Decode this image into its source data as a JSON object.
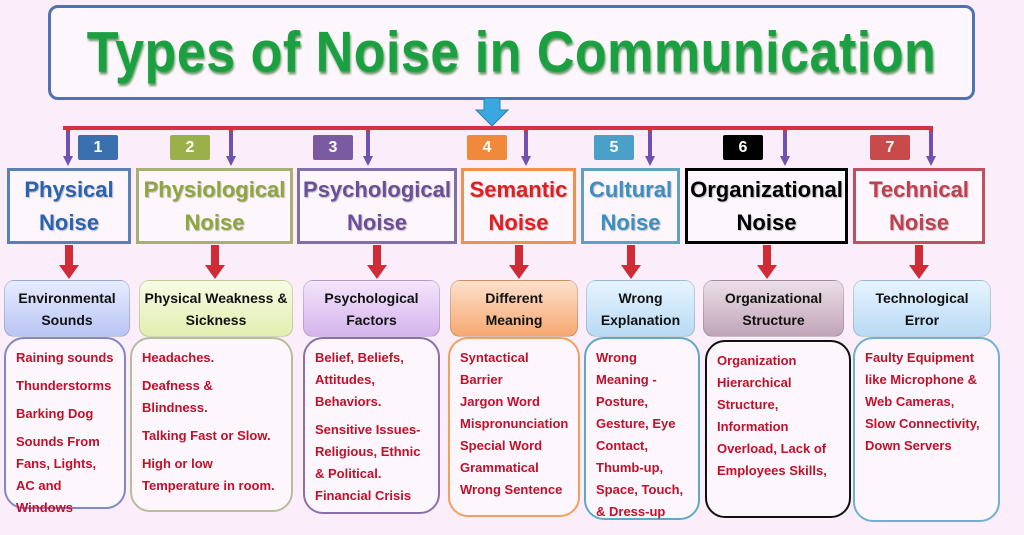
{
  "title": "Types of Noise in Communication",
  "colors": {
    "title": "#1aa040",
    "text": "#c0102a",
    "connector": "#d83040"
  },
  "columns": [
    {
      "number": "1",
      "title_line1": "Physical",
      "title_line2": "Noise",
      "subheading": "Environmental Sounds",
      "items": [
        "Raining sounds",
        "Thunderstorms",
        "Barking Dog",
        "Sounds From Fans, Lights, AC and Windows"
      ],
      "color": "#2a64b0"
    },
    {
      "number": "2",
      "title_line1": "Physiological",
      "title_line2": "Noise",
      "subheading": "Physical Weakness & Sickness",
      "items": [
        "Headaches.",
        "Deafness & Blindness.",
        "Talking  Fast or Slow.",
        "High or low Temperature in room."
      ],
      "color": "#8fa63a"
    },
    {
      "number": "3",
      "title_line1": "Psychological",
      "title_line2": "Noise",
      "subheading": "Psychological Factors",
      "items": [
        "Belief, Beliefs, Attitudes, Behaviors.",
        "Sensitive Issues- Religious, Ethnic & Political. Financial Crisis"
      ],
      "color": "#6a4e98"
    },
    {
      "number": "4",
      "title_line1": "Semantic",
      "title_line2": "Noise",
      "subheading": "Different Meaning",
      "items": [
        "Syntactical Barrier",
        "Jargon Word",
        "Mispronunciation",
        "Special Word",
        "Grammatical",
        "Wrong Sentence"
      ],
      "color": "#e02020"
    },
    {
      "number": "5",
      "title_line1": "Cultural",
      "title_line2": "Noise",
      "subheading": "Wrong Explanation",
      "items": [
        "Wrong Meaning -Posture, Gesture, Eye Contact, Thumb-up, Space, Touch, & Dress-up"
      ],
      "color": "#3a90c0"
    },
    {
      "number": "6",
      "title_line1": "Organizational",
      "title_line2": "Noise",
      "subheading": "Organizational Structure",
      "items": [
        "Organization Hierarchical Structure, Information Overload, Lack of Employees Skills,"
      ],
      "color": "#000000"
    },
    {
      "number": "7",
      "title_line1": "Technical",
      "title_line2": "Noise",
      "subheading": "Technological Error",
      "items": [
        "Faulty Equipment like Microphone & Web Cameras, Slow Connectivity, Down Servers"
      ],
      "color": "#c04050"
    }
  ]
}
